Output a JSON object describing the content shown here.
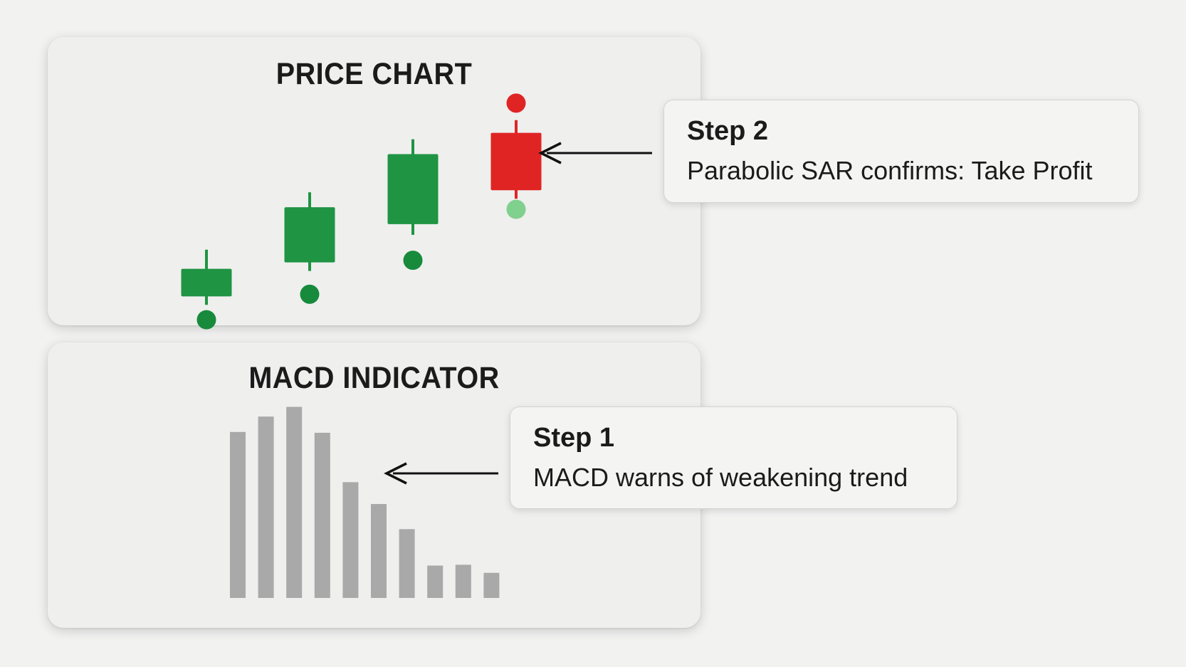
{
  "price_panel": {
    "title": "PRICE CHART"
  },
  "macd_panel": {
    "title": "MACD INDICATOR"
  },
  "step2": {
    "title": "Step 2",
    "text": "Parabolic SAR confirms: Take Profit"
  },
  "step1": {
    "title": "Step 1",
    "text": "MACD warns of weakening trend"
  },
  "colors": {
    "bull": "#1f9443",
    "bear": "#e02424",
    "sar_below": "#178a3c",
    "sar_below_faded": "#80d08e",
    "sar_above": "#e02424",
    "histogram": "#a9a9a9"
  },
  "chart_data": [
    {
      "type": "candlestick",
      "title": "PRICE CHART",
      "candles": [
        {
          "open": 2.2,
          "close": 3.5,
          "low": 1.8,
          "high": 4.4,
          "direction": "up"
        },
        {
          "open": 3.8,
          "close": 6.4,
          "low": 3.4,
          "high": 7.1,
          "direction": "up"
        },
        {
          "open": 5.6,
          "close": 8.9,
          "low": 5.1,
          "high": 9.6,
          "direction": "up"
        },
        {
          "open": 7.2,
          "close": 9.9,
          "low": 6.8,
          "high": 10.5,
          "direction": "down"
        }
      ],
      "sar": [
        {
          "value": 1.1,
          "position": "below"
        },
        {
          "value": 2.3,
          "position": "below"
        },
        {
          "value": 3.9,
          "position": "below"
        },
        {
          "value": 11.3,
          "position": "above"
        },
        {
          "value": 6.3,
          "position": "below",
          "style": "faded"
        }
      ],
      "ylim": [
        0,
        12
      ]
    },
    {
      "type": "bar",
      "title": "MACD INDICATOR",
      "values": [
        20.5,
        22.4,
        23.6,
        20.4,
        14.3,
        11.6,
        8.5,
        4.0,
        4.1,
        3.1
      ],
      "ylim": [
        0,
        24
      ]
    }
  ]
}
